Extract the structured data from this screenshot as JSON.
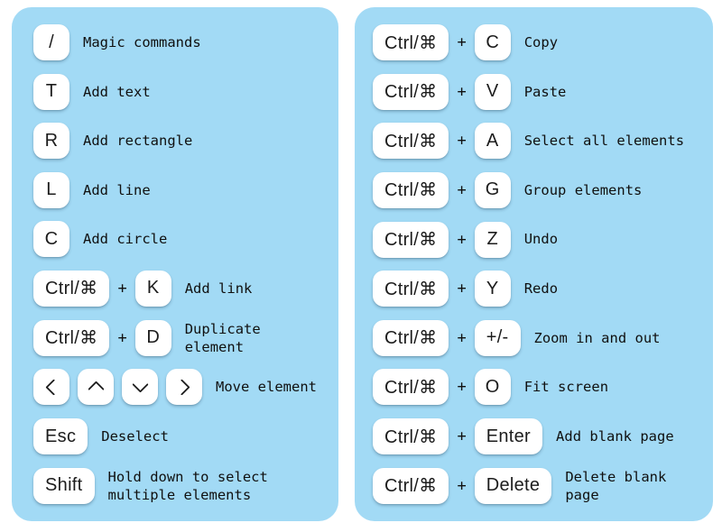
{
  "colors": {
    "page_bg": "#ffffff",
    "panel_bg": "#a2daf5",
    "key_bg": "#ffffff",
    "key_text": "#1c1c1c",
    "desc_text": "#101010"
  },
  "plus_separator": "+",
  "panels": [
    {
      "side": "left",
      "rows": [
        {
          "combo": [
            {
              "key": "/",
              "name": "key-slash"
            }
          ],
          "desc": "Magic commands"
        },
        {
          "combo": [
            {
              "key": "T",
              "name": "key-t"
            }
          ],
          "desc": "Add text"
        },
        {
          "combo": [
            {
              "key": "R",
              "name": "key-r"
            }
          ],
          "desc": "Add rectangle"
        },
        {
          "combo": [
            {
              "key": "L",
              "name": "key-l"
            }
          ],
          "desc": "Add line"
        },
        {
          "combo": [
            {
              "key": "C",
              "name": "key-c"
            }
          ],
          "desc": "Add circle"
        },
        {
          "combo": [
            {
              "key": "Ctrl/⌘",
              "name": "key-ctrl-cmd"
            },
            {
              "plus": "+"
            },
            {
              "key": "K",
              "name": "key-k"
            }
          ],
          "desc": "Add link"
        },
        {
          "combo": [
            {
              "key": "Ctrl/⌘",
              "name": "key-ctrl-cmd"
            },
            {
              "plus": "+"
            },
            {
              "key": "D",
              "name": "key-d"
            }
          ],
          "desc": "Duplicate element"
        },
        {
          "combo": [
            {
              "icon": "chevron-left",
              "name": "key-arrow-left"
            },
            {
              "icon": "chevron-up",
              "name": "key-arrow-up"
            },
            {
              "icon": "chevron-down",
              "name": "key-arrow-down"
            },
            {
              "icon": "chevron-right",
              "name": "key-arrow-right"
            }
          ],
          "desc": "Move element"
        },
        {
          "combo": [
            {
              "key": "Esc",
              "name": "key-esc"
            }
          ],
          "desc": "Deselect"
        },
        {
          "combo": [
            {
              "key": "Shift",
              "name": "key-shift"
            }
          ],
          "desc": "Hold down to select\nmultiple elements"
        }
      ]
    },
    {
      "side": "right",
      "rows": [
        {
          "combo": [
            {
              "key": "Ctrl/⌘",
              "name": "key-ctrl-cmd"
            },
            {
              "plus": "+"
            },
            {
              "key": "C",
              "name": "key-c"
            }
          ],
          "desc": "Copy"
        },
        {
          "combo": [
            {
              "key": "Ctrl/⌘",
              "name": "key-ctrl-cmd"
            },
            {
              "plus": "+"
            },
            {
              "key": "V",
              "name": "key-v"
            }
          ],
          "desc": "Paste"
        },
        {
          "combo": [
            {
              "key": "Ctrl/⌘",
              "name": "key-ctrl-cmd"
            },
            {
              "plus": "+"
            },
            {
              "key": "A",
              "name": "key-a"
            }
          ],
          "desc": "Select all elements"
        },
        {
          "combo": [
            {
              "key": "Ctrl/⌘",
              "name": "key-ctrl-cmd"
            },
            {
              "plus": "+"
            },
            {
              "key": "G",
              "name": "key-g"
            }
          ],
          "desc": "Group elements"
        },
        {
          "combo": [
            {
              "key": "Ctrl/⌘",
              "name": "key-ctrl-cmd"
            },
            {
              "plus": "+"
            },
            {
              "key": "Z",
              "name": "key-z"
            }
          ],
          "desc": "Undo"
        },
        {
          "combo": [
            {
              "key": "Ctrl/⌘",
              "name": "key-ctrl-cmd"
            },
            {
              "plus": "+"
            },
            {
              "key": "Y",
              "name": "key-y"
            }
          ],
          "desc": "Redo"
        },
        {
          "combo": [
            {
              "key": "Ctrl/⌘",
              "name": "key-ctrl-cmd"
            },
            {
              "plus": "+"
            },
            {
              "key": "+/-",
              "name": "key-plus-minus"
            }
          ],
          "desc": "Zoom in and out"
        },
        {
          "combo": [
            {
              "key": "Ctrl/⌘",
              "name": "key-ctrl-cmd"
            },
            {
              "plus": "+"
            },
            {
              "key": "O",
              "name": "key-o"
            }
          ],
          "desc": "Fit screen"
        },
        {
          "combo": [
            {
              "key": "Ctrl/⌘",
              "name": "key-ctrl-cmd"
            },
            {
              "plus": "+"
            },
            {
              "key": "Enter",
              "name": "key-enter"
            }
          ],
          "desc": "Add blank page"
        },
        {
          "combo": [
            {
              "key": "Ctrl/⌘",
              "name": "key-ctrl-cmd"
            },
            {
              "plus": "+"
            },
            {
              "key": "Delete",
              "name": "key-delete"
            }
          ],
          "desc": "Delete blank page"
        }
      ]
    }
  ]
}
